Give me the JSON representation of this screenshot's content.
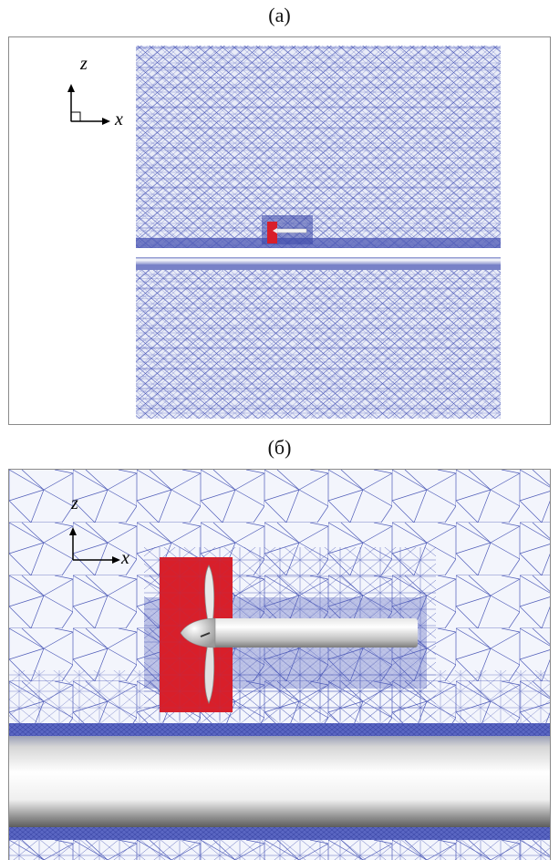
{
  "panels": [
    {
      "caption": "(a)",
      "axes": {
        "vertical": "z",
        "horizontal": "x"
      }
    },
    {
      "caption": "(б)",
      "axes": {
        "vertical": "z",
        "horizontal": "x"
      }
    }
  ],
  "colors": {
    "mesh": "#4e5bb8",
    "mesh_dense": "#3b47a8",
    "rotating_zone": "#d81f2a",
    "shaft": "#d9d9d9",
    "frame": "#8a8a8a"
  }
}
